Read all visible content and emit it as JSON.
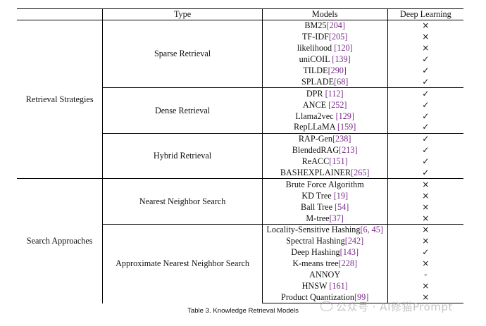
{
  "table": {
    "headers": [
      "Type",
      "Models",
      "Deep Learning"
    ],
    "categories": [
      {
        "name": "Retrieval Strategies",
        "groups": [
          {
            "name": "Sparse Retrieval",
            "rows": [
              {
                "model": "BM25",
                "ref": "[204]",
                "refspace": false,
                "dl": "×"
              },
              {
                "model": "TF-IDF",
                "ref": "[205]",
                "refspace": false,
                "dl": "×"
              },
              {
                "model": "likelihood",
                "ref": "[120]",
                "refspace": true,
                "dl": "×"
              },
              {
                "model": "uniCOIL",
                "ref": "[139]",
                "refspace": true,
                "dl": "✓"
              },
              {
                "model": "TILDE",
                "ref": "[290]",
                "refspace": false,
                "dl": "✓"
              },
              {
                "model": "SPLADE",
                "ref": "[68]",
                "refspace": false,
                "dl": "✓"
              }
            ]
          },
          {
            "name": "Dense Retrieval",
            "rows": [
              {
                "model": "DPR",
                "ref": "[112]",
                "refspace": true,
                "dl": "✓"
              },
              {
                "model": "ANCE",
                "ref": "[252]",
                "refspace": true,
                "dl": "✓"
              },
              {
                "model": "Llama2vec",
                "ref": "[129]",
                "refspace": true,
                "dl": "✓"
              },
              {
                "model": "RepLLaMA",
                "ref": "[159]",
                "refspace": true,
                "dl": "✓"
              }
            ]
          },
          {
            "name": "Hybrid Retrieval",
            "rows": [
              {
                "model": "RAP-Gen",
                "ref": "[238]",
                "refspace": false,
                "dl": "✓"
              },
              {
                "model": "BlendedRAG",
                "ref": "[213]",
                "refspace": false,
                "dl": "✓"
              },
              {
                "model": "ReACC",
                "ref": "[151]",
                "refspace": false,
                "dl": "✓"
              },
              {
                "model": "BASHEXPLAINER",
                "ref": "[265]",
                "refspace": false,
                "dl": "✓"
              }
            ]
          }
        ]
      },
      {
        "name": "Search Approaches",
        "groups": [
          {
            "name": "Nearest Neighbor Search",
            "rows": [
              {
                "model": "Brute Force Algorithm",
                "ref": "",
                "refspace": false,
                "dl": "×"
              },
              {
                "model": "KD Tree",
                "ref": "[19]",
                "refspace": true,
                "dl": "×"
              },
              {
                "model": "Ball Tree",
                "ref": "[54]",
                "refspace": true,
                "dl": "×"
              },
              {
                "model": "M-tree",
                "ref": "[37]",
                "refspace": false,
                "dl": "×"
              }
            ]
          },
          {
            "name": "Approximate Nearest Neighbor Search",
            "rows": [
              {
                "model": "Locality-Sensitive Hashing",
                "ref": "[6, 45]",
                "refspace": false,
                "dl": "×"
              },
              {
                "model": "Spectral Hashing",
                "ref": "[242]",
                "refspace": false,
                "dl": "×"
              },
              {
                "model": "Deep Hashing",
                "ref": "[143]",
                "refspace": false,
                "dl": "✓"
              },
              {
                "model": "K-means tree",
                "ref": "[228]",
                "refspace": false,
                "dl": "×"
              },
              {
                "model": "ANNOY",
                "ref": "",
                "refspace": false,
                "dl": "-"
              },
              {
                "model": "HNSW",
                "ref": "[161]",
                "refspace": true,
                "dl": "×"
              },
              {
                "model": "Product Quantization",
                "ref": "[99]",
                "refspace": false,
                "dl": "×"
              }
            ]
          }
        ]
      }
    ]
  },
  "caption": "Table 3.  Knowledge Retrieval Models",
  "watermark": "公众号 · AI修猫Prompt",
  "colors": {
    "citation": "#7a2a8c",
    "rule": "#000000",
    "text": "#111111"
  }
}
